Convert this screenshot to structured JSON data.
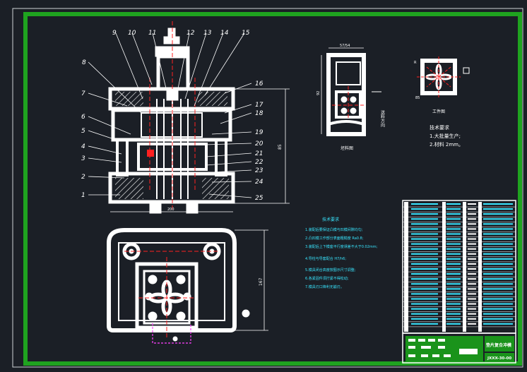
{
  "drawing": {
    "part_numbers": [
      "1",
      "2",
      "3",
      "4",
      "5",
      "6",
      "7",
      "8",
      "9",
      "10",
      "11",
      "12",
      "13",
      "14",
      "15",
      "16",
      "17",
      "18",
      "19",
      "20",
      "21",
      "22",
      "23",
      "24",
      "25"
    ],
    "dims": {
      "top_width": "57/54",
      "strip_height": "92",
      "overall_height": "85",
      "base_width": "200",
      "plan_height": "167",
      "small_dim_a": "R",
      "small_dim_b": "85"
    },
    "labels": {
      "blank_view": "坯料图",
      "feed_dir": "送料方向",
      "workpiece_view": "工件图",
      "tech_req_title": "技术要求",
      "notes_title": "技术要求"
    },
    "workpiece_notes": [
      "1.大批量生产;",
      "2.材料 2mm。"
    ],
    "tech_requirements": [
      "1.装配后要保证凸模与凹模间隙均匀;",
      "2.凸凹模工作部分表面粗糙度 Ra0.8;",
      "3.装配后上下模座平行度误差不大于0.02mm;",
      "4.导柱与导套配合 H7/h6;",
      "5.模具闭合高度按图示尺寸调整;",
      "6.各紧固件须拧紧不得松动;",
      "7.模具刃口锋利无崩刃。"
    ],
    "title_block": {
      "title": "垫片复合冲模",
      "code": "JXXX-30-00"
    }
  }
}
